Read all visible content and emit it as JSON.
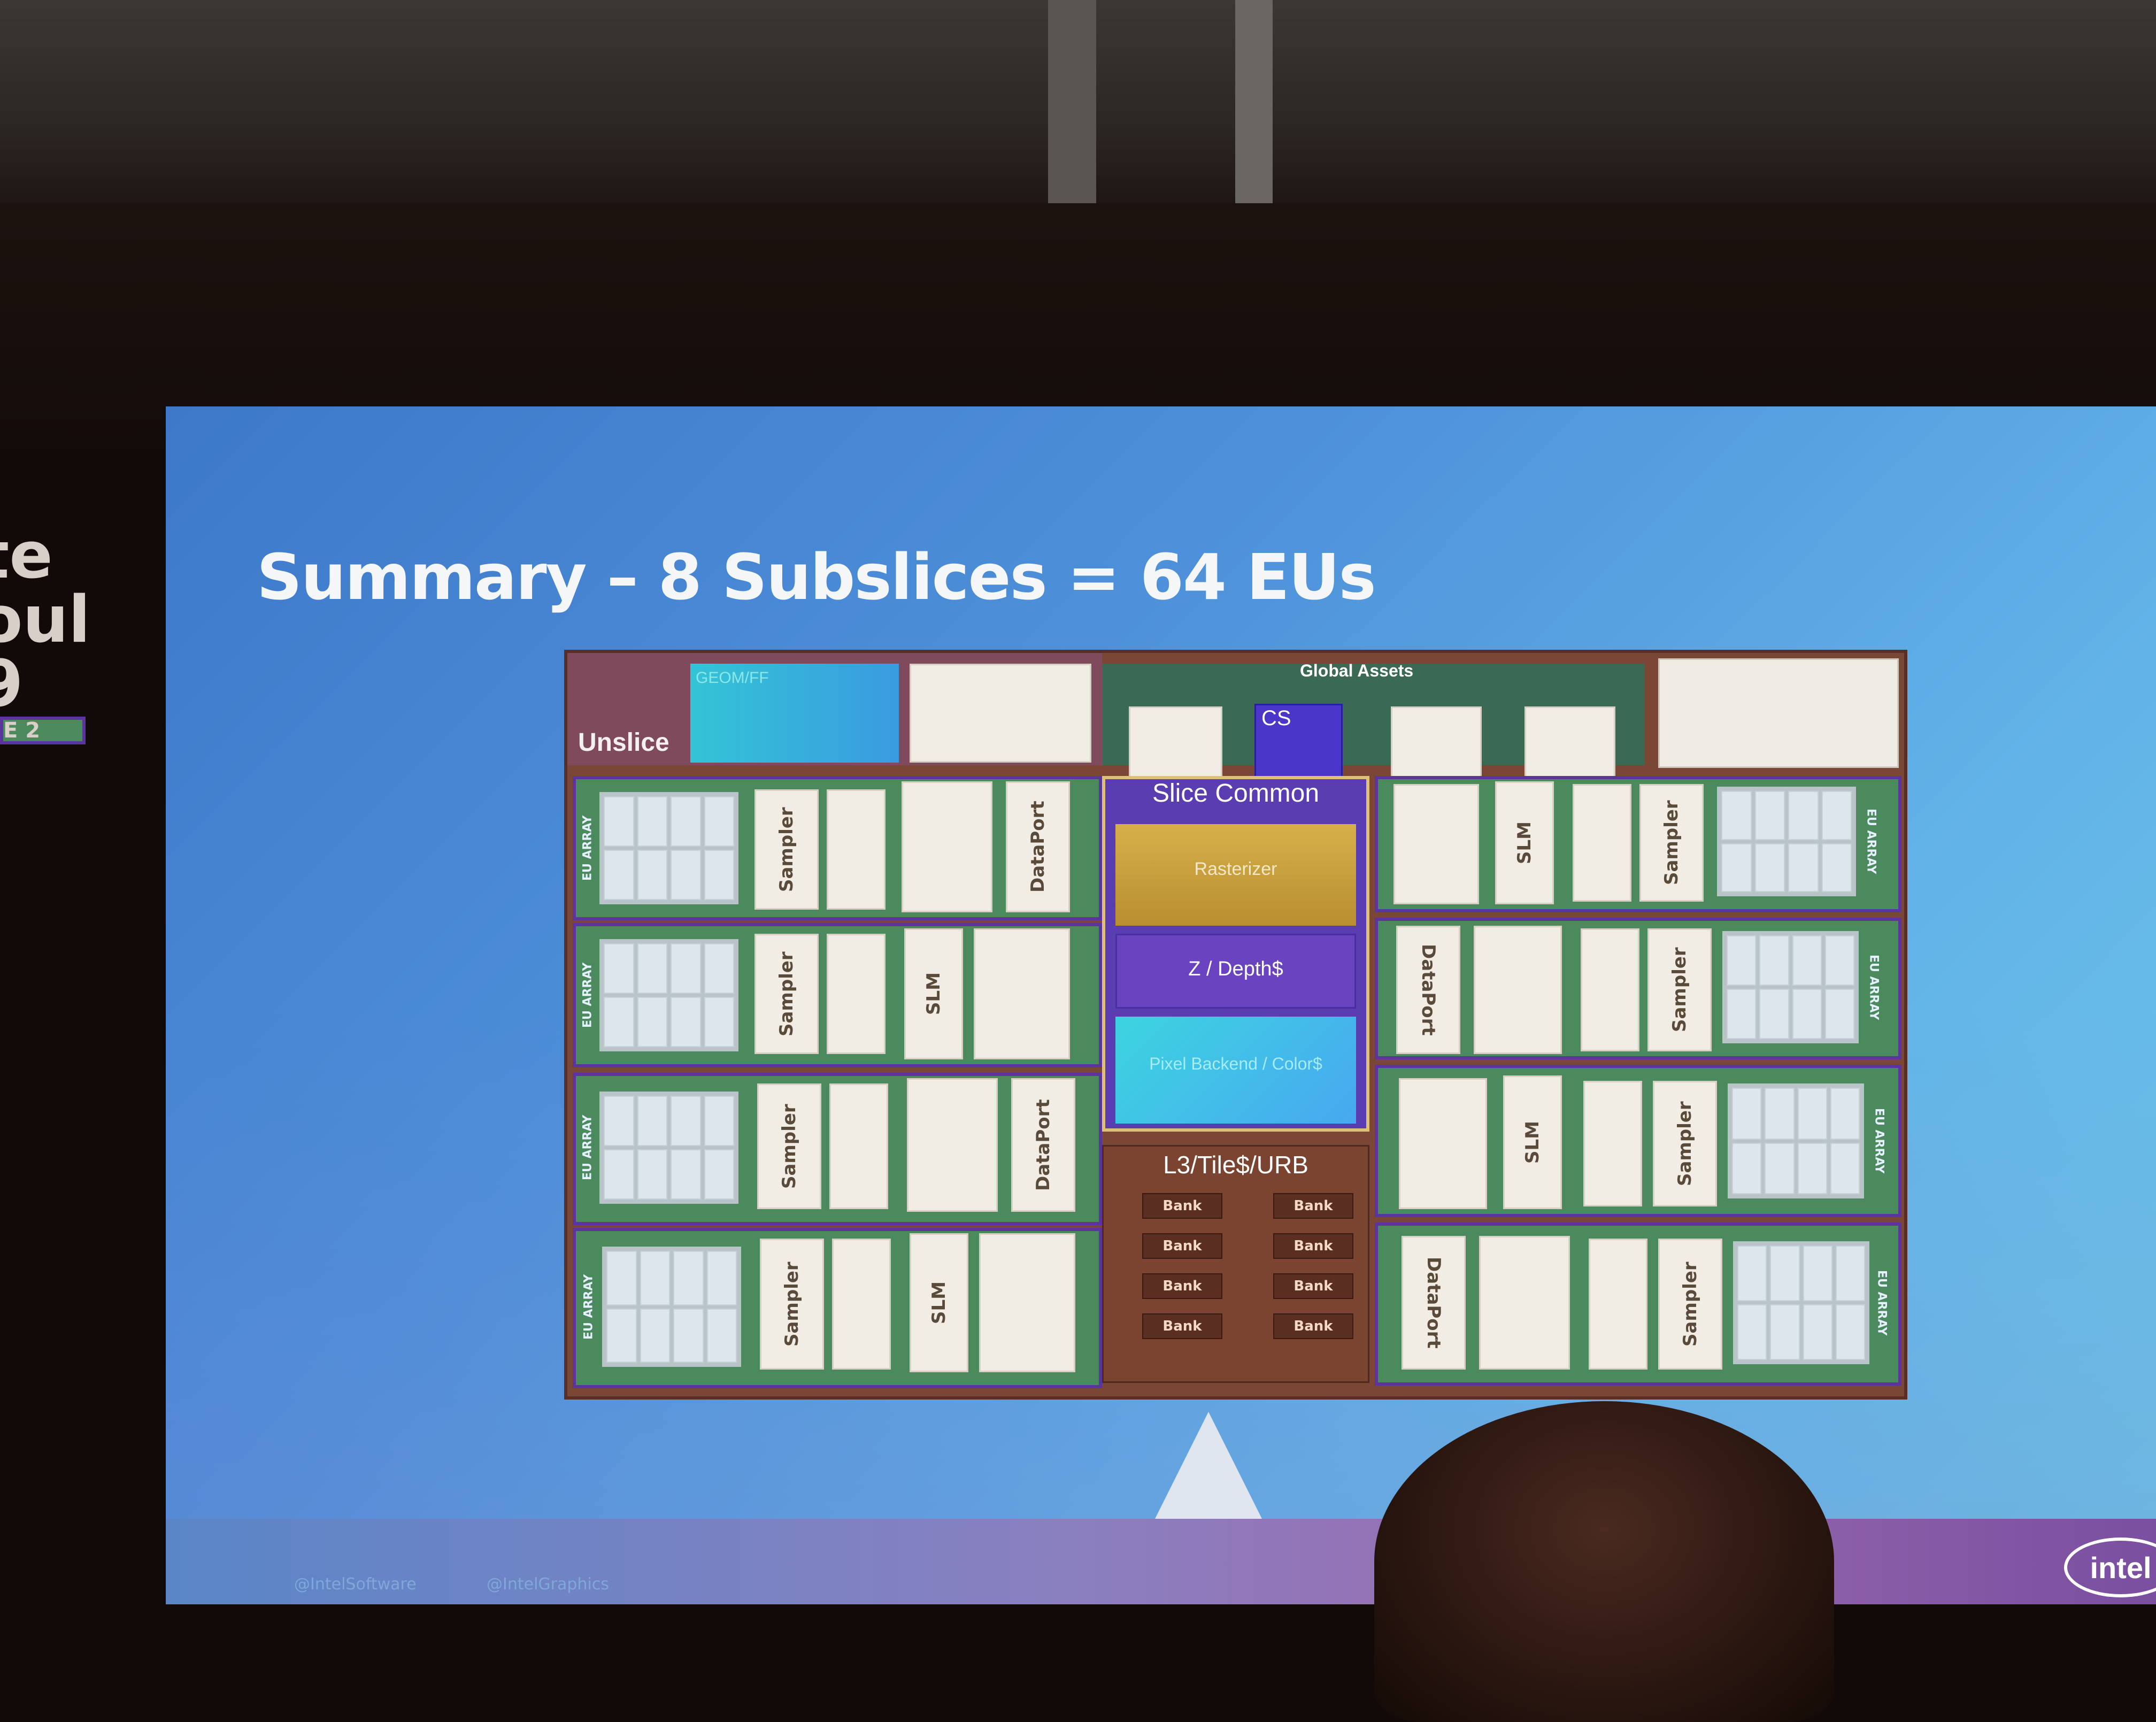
{
  "side_sign": {
    "lines": [
      "te",
      "oul",
      "9"
    ],
    "sub": "E 2"
  },
  "slide": {
    "title": "Summary – 8 Subslices = 64 EUs",
    "footer_left": "@IntelSoftware",
    "footer_mid": "@IntelGraphics",
    "logo": "intel"
  },
  "diagram": {
    "unslice": {
      "label": "Unslice",
      "geom_label": "GEOM/FF"
    },
    "global_assets": {
      "title": "Global Assets",
      "cs_label": "CS"
    },
    "slice_common": {
      "title": "Slice Common",
      "rasterizer": "Rasterizer",
      "zdepth": "Z / Depth$",
      "pixel_backend": "Pixel Backend / Color$"
    },
    "l3": {
      "title": "L3/Tile$/URB",
      "banks": [
        "Bank",
        "Bank",
        "Bank",
        "Bank",
        "Bank",
        "Bank",
        "Bank",
        "Bank"
      ]
    },
    "subslices": {
      "left": [
        {
          "eu_label": "EU ARRAY",
          "sampler": "Sampler",
          "dataport": "DataPort"
        },
        {
          "eu_label": "EU ARRAY",
          "sampler": "Sampler",
          "slm": "SLM"
        },
        {
          "eu_label": "EU ARRAY",
          "sampler": "Sampler",
          "dataport": "DataPort"
        },
        {
          "eu_label": "EU ARRAY",
          "sampler": "Sampler",
          "slm": "SLM"
        }
      ],
      "right": [
        {
          "eu_label": "EU ARRAY",
          "sampler": "Sampler",
          "slm": "SLM"
        },
        {
          "eu_label": "EU ARRAY",
          "sampler": "Sampler",
          "dataport": "DataPort"
        },
        {
          "eu_label": "EU ARRAY",
          "sampler": "Sampler",
          "slm": "SLM"
        },
        {
          "eu_label": "EU ARRAY",
          "sampler": "Sampler",
          "dataport": "DataPort"
        }
      ]
    }
  }
}
